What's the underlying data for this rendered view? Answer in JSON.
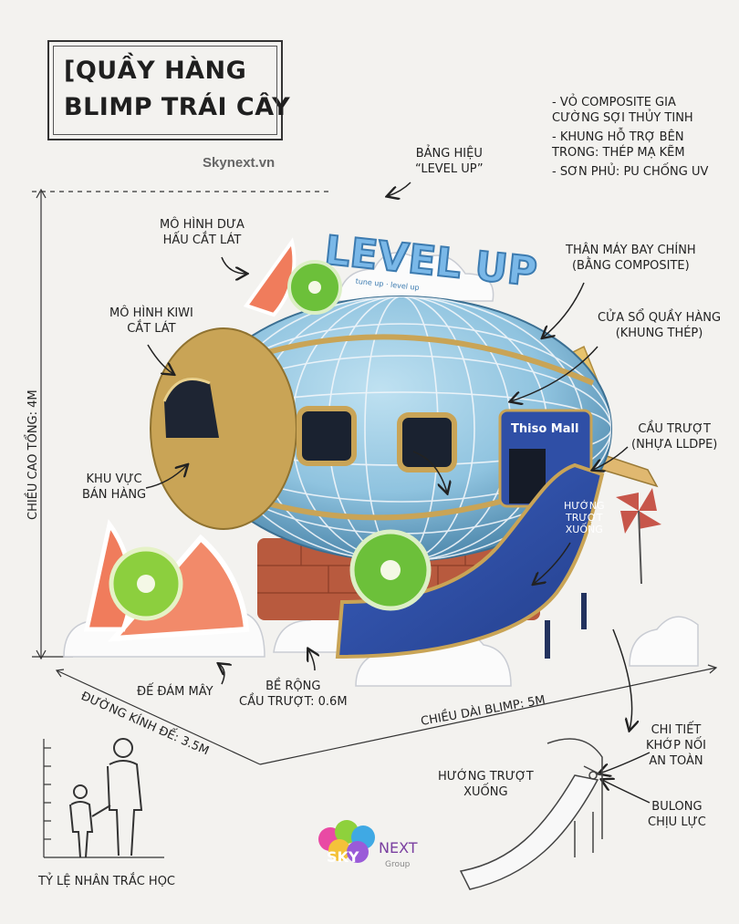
{
  "title": {
    "line1": "[QUẦY HÀNG",
    "line2": "BLIMP TRÁI CÂY"
  },
  "website": "Skynext.vn",
  "specs": [
    "- VỎ COMPOSITE GIA CƯỜNG SỢI THỦY TINH",
    "- KHUNG HỖ TRỢ BÊN TRONG: THÉP MẠ KẼM",
    "- SƠN PHỦ: PU CHỐNG UV"
  ],
  "labels": {
    "sign": [
      "BẢNG HIỆU",
      "“LEVEL UP”"
    ],
    "watermelon": [
      "MÔ HÌNH DƯA",
      "HẤU CẮT LÁT"
    ],
    "kiwi": [
      "MÔ HÌNH KIWI",
      "CẮT LÁT"
    ],
    "body": [
      "THÂN MÁY BAY CHÍNH",
      "(BẰNG COMPOSITE)"
    ],
    "window": [
      "CỬA SỔ QUẦY HÀNG",
      "(KHUNG THÉP)"
    ],
    "slide": [
      "CẦU TRƯỢT",
      "(NHỰA LLDPE)"
    ],
    "sales": [
      "KHU VỰC",
      "BÁN HÀNG"
    ],
    "slide_dir": [
      "HƯỚNG",
      "TRƯỢT",
      "XUỐNG"
    ],
    "cloud_base": "ĐẾ ĐÁM MÂY",
    "slide_width": [
      "BỀ RỘNG",
      "CẦU TRƯỢT: 0.6M"
    ],
    "length": "CHIỀU DÀI BLIMP: 5M",
    "diameter": "ĐƯỜNG KÍNH ĐẾ: 3.5M",
    "height": "CHIỀU CAO TỔNG: 4M",
    "joint": [
      "CHI TIẾT",
      "KHỚP NỐI",
      "AN TOÀN"
    ],
    "slide_dir2": [
      "HƯỚNG TRƯỢT",
      "XUỐNG"
    ],
    "bolt": [
      "BULONG",
      "CHỊU LỰC"
    ],
    "scale": "TỶ LỆ NHÂN TRẮC HỌC"
  },
  "sign_text": "LEVEL UP",
  "sign_small": "tune up · level up",
  "panel_logo": "Thiso Mall",
  "brand": {
    "name": "SKY",
    "suffix": "NEXT",
    "sub": "Group"
  },
  "colors": {
    "hull": "#8fc3df",
    "hull_dark": "#5e9cc1",
    "gold": "#c9a456",
    "slide": "#2f4fa6",
    "brick": "#b85a3e",
    "kiwi": "#6cc03a",
    "watermelon": "#f07c5c"
  }
}
